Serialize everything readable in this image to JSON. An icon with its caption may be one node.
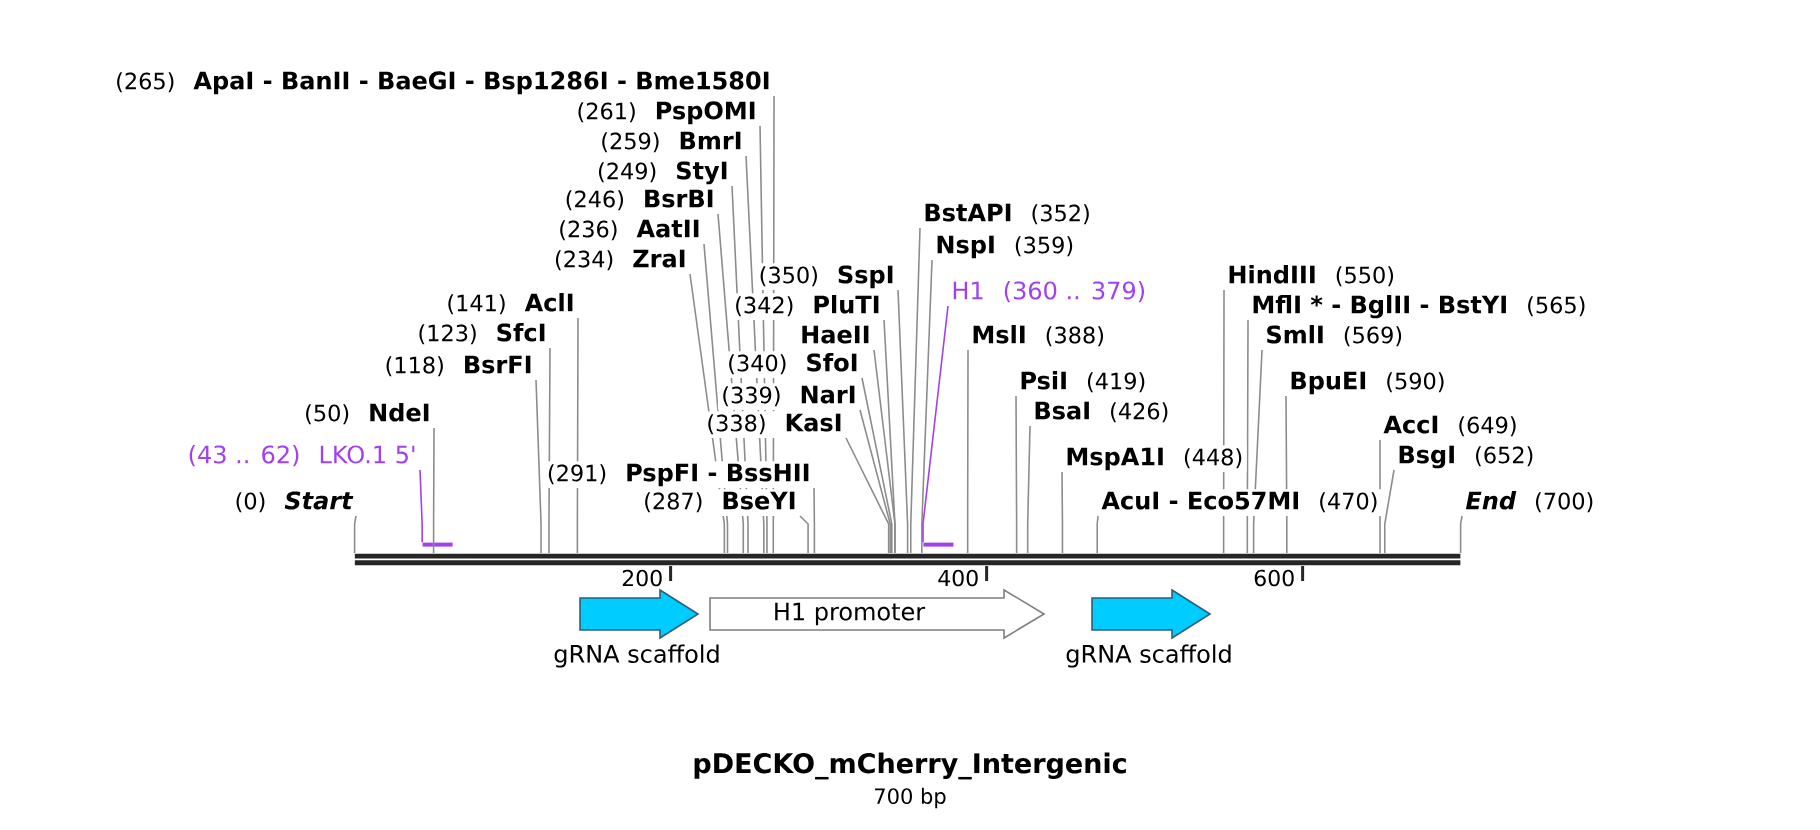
{
  "diagram": {
    "title": "pDECKO_mCherry_Intergenic",
    "nodes": [
      {
        "text": [
          "(265)",
          "ApaI - BanII - BaeGI - Bsp1286I - Bme1580I"
        ]
      },
      {
        "text": [
          "(261)",
          "PspOMI"
        ]
      },
      {
        "text": [
          "(259)",
          "BmrI"
        ]
      },
      {
        "text": [
          "(249)",
          "StyI"
        ]
      },
      {
        "text": [
          "(246)",
          "BsrBI"
        ]
      },
      {
        "text": [
          "BstAPI",
          "(352)"
        ]
      },
      {
        "text": [
          "(236)",
          "AatII"
        ]
      },
      {
        "text": [
          "NspI",
          "(359)"
        ]
      },
      {
        "text": [
          "(234)",
          "ZraI"
        ]
      },
      {
        "text": [
          "(350)",
          "SspI"
        ]
      },
      {
        "text": [
          "HindIII",
          "(550)"
        ]
      },
      {
        "text": [
          "H1",
          "(360 .. 379)"
        ]
      },
      {
        "text": [
          "(141)",
          "AclI"
        ]
      },
      {
        "text": [
          "(342)",
          "PluTI"
        ]
      },
      {
        "text": [
          "MflI * - BglII - BstYI",
          "(565)"
        ]
      },
      {
        "text": [
          "(123)",
          "SfcI"
        ]
      },
      {
        "text": [
          "HaeII"
        ]
      },
      {
        "text": [
          "MslI",
          "(388)"
        ]
      },
      {
        "text": [
          "SmlI",
          "(569)"
        ]
      },
      {
        "text": [
          "(340)",
          "SfoI"
        ]
      },
      {
        "text": [
          "(118)",
          "BsrFI"
        ]
      },
      {
        "text": [
          "PsiI",
          "(419)"
        ]
      },
      {
        "text": [
          "BpuEI",
          "(590)"
        ]
      },
      {
        "text": [
          "(339)",
          "NarI"
        ]
      },
      {
        "text": [
          "(50)",
          "NdeI"
        ]
      },
      {
        "text": [
          "BsaI",
          "(426)"
        ]
      },
      {
        "text": [
          "(338)",
          "KasI"
        ]
      },
      {
        "text": [
          "AccI",
          "(649)"
        ]
      },
      {
        "text": [
          "(43 .. 62)",
          "LKO.1 5'"
        ]
      },
      {
        "text": [
          "MspA1I",
          "(448)"
        ]
      },
      {
        "text": [
          "BsgI",
          "(652)"
        ]
      },
      {
        "text": [
          "(291)",
          "PspFI - BssHII"
        ]
      },
      {
        "text": [
          "(0)",
          "Start"
        ]
      },
      {
        "text": [
          "(287)",
          "BseYI"
        ]
      },
      {
        "text": [
          "AcuI - Eco57MI",
          "(470)"
        ]
      },
      {
        "text": [
          "End",
          "(700)"
        ]
      },
      {
        "text": [],
        "shape": "bar"
      },
      {
        "text": [],
        "shape": "bar"
      },
      {
        "text": [],
        "shape": "bar"
      },
      {
        "text": [
          "gRNA scaffold"
        ]
      },
      {
        "text": [
          "H1 promoter"
        ]
      },
      {
        "text": [
          "gRNA scaffold"
        ]
      }
    ],
    "edges": [
      {
        "from": 0,
        "to": 38,
        "arrow": "none"
      },
      {
        "from": 1,
        "to": 38,
        "arrow": "none"
      },
      {
        "from": 2,
        "to": 38,
        "arrow": "none"
      },
      {
        "from": 3,
        "to": 38,
        "arrow": "none"
      },
      {
        "from": 4,
        "to": 38,
        "arrow": "none"
      },
      {
        "from": 5,
        "to": 38,
        "arrow": "none"
      },
      {
        "from": 6,
        "to": 38,
        "arrow": "none"
      },
      {
        "from": 7,
        "to": 38,
        "arrow": "none"
      },
      {
        "from": 8,
        "to": 38,
        "arrow": "none"
      },
      {
        "from": 9,
        "to": 38,
        "arrow": "none"
      },
      {
        "from": 10,
        "to": 38,
        "arrow": "none"
      },
      {
        "from": 11,
        "to": 37,
        "arrow": "none",
        "color": "#a040f0"
      },
      {
        "from": 12,
        "to": 38,
        "arrow": "none"
      },
      {
        "from": 13,
        "to": 38,
        "arrow": "none"
      },
      {
        "from": 14,
        "to": 38,
        "arrow": "none"
      },
      {
        "from": 15,
        "to": 38,
        "arrow": "none"
      },
      {
        "from": 16,
        "to": 38,
        "arrow": "none"
      },
      {
        "from": 17,
        "to": 38,
        "arrow": "none"
      },
      {
        "from": 18,
        "to": 38,
        "arrow": "none"
      },
      {
        "from": 19,
        "to": 38,
        "arrow": "none"
      },
      {
        "from": 20,
        "to": 38,
        "arrow": "none"
      },
      {
        "from": 21,
        "to": 38,
        "arrow": "none"
      },
      {
        "from": 22,
        "to": 38,
        "arrow": "none"
      },
      {
        "from": 23,
        "to": 38,
        "arrow": "none"
      },
      {
        "from": 24,
        "to": 38,
        "arrow": "none"
      },
      {
        "from": 25,
        "to": 38,
        "arrow": "none"
      },
      {
        "from": 26,
        "to": 38,
        "arrow": "none"
      },
      {
        "from": 27,
        "to": 38,
        "arrow": "none"
      },
      {
        "from": 28,
        "to": 36,
        "arrow": "none",
        "color": "#a040f0"
      },
      {
        "from": 29,
        "to": 38,
        "arrow": "none"
      },
      {
        "from": 30,
        "to": 38,
        "arrow": "none"
      },
      {
        "from": 31,
        "to": 38,
        "arrow": "none"
      },
      {
        "from": 32,
        "to": 38,
        "arrow": "none"
      },
      {
        "from": 33,
        "to": 38,
        "arrow": "none"
      },
      {
        "from": 34,
        "to": 38,
        "arrow": "none"
      },
      {
        "from": 35,
        "to": 38,
        "arrow": "none"
      }
    ],
    "labels": [
      "200",
      "400",
      "600",
      "700 bp"
    ]
  }
}
